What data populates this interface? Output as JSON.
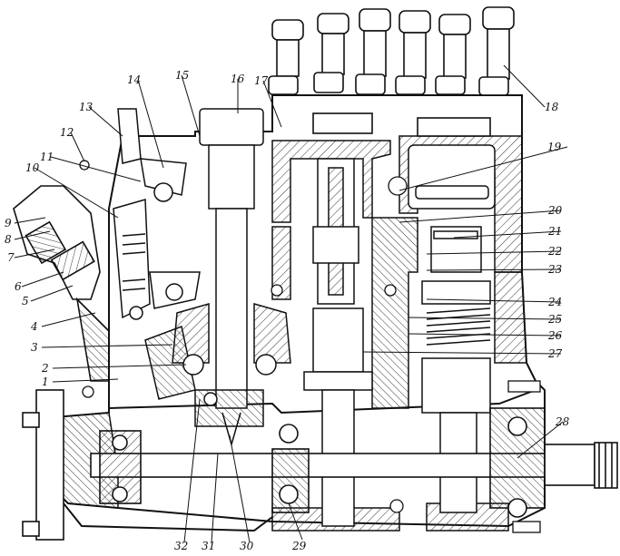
{
  "colors": {
    "ink": "#111111",
    "paper": "#ffffff",
    "hatch": "#333333"
  },
  "callouts": [
    "1",
    "2",
    "3",
    "4",
    "5",
    "6",
    "7",
    "8",
    "9",
    "10",
    "11",
    "12",
    "13",
    "14",
    "15",
    "16",
    "17",
    "18",
    "19",
    "20",
    "21",
    "22",
    "23",
    "24",
    "25",
    "26",
    "27",
    "28",
    "29",
    "30",
    "31",
    "32"
  ]
}
